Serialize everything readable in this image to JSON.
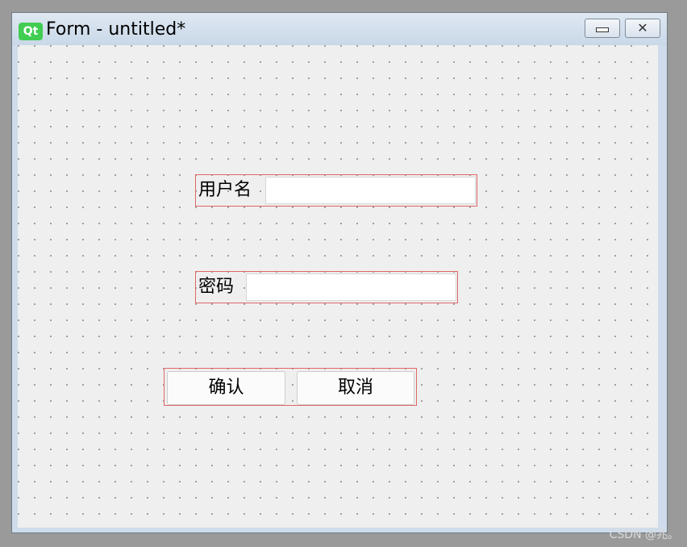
{
  "window": {
    "logo_text": "Qt",
    "title": "Form - untitled*",
    "minimize_symbol": "",
    "close_symbol": "✕"
  },
  "form": {
    "username_label": "用户名",
    "username_value": "",
    "password_label": "密码",
    "password_value": "",
    "confirm_label": "确认",
    "cancel_label": "取消"
  },
  "watermark": "CSDN @兆。",
  "colors": {
    "qt_green": "#41cd52",
    "layout_border": "#e06666",
    "canvas_bg": "#efefef",
    "frame": "#cfdceb"
  }
}
